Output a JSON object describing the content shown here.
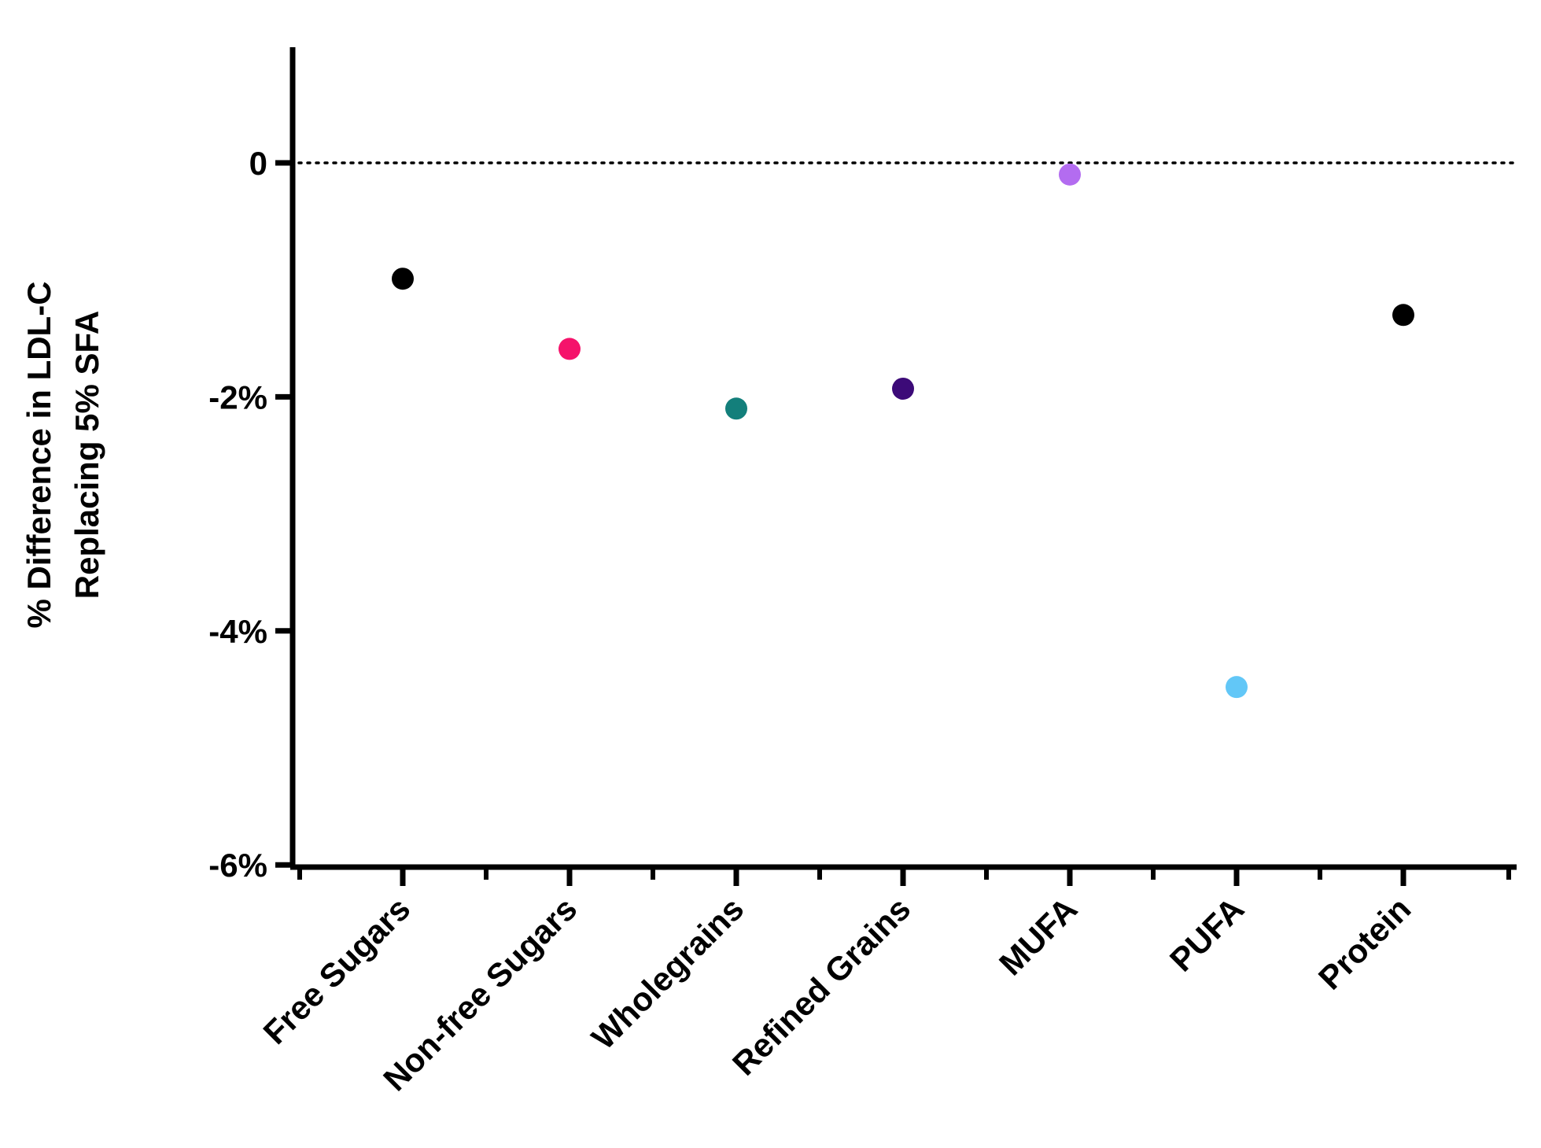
{
  "chart_data": {
    "type": "scatter",
    "categories": [
      "Free Sugars",
      "Non-free Sugars",
      "Wholegrains",
      "Refined Grains",
      "MUFA",
      "PUFA",
      "Protein"
    ],
    "values": [
      -0.99,
      -1.59,
      -2.1,
      -1.93,
      -0.1,
      -4.48,
      -1.3
    ],
    "point_colors": [
      "#000000",
      "#f5136b",
      "#137f7b",
      "#3c0a78",
      "#b36cf0",
      "#62c7f7",
      "#000000"
    ],
    "ylabel_lines": [
      "% Difference in LDL-C",
      "Replacing 5% SFA"
    ],
    "ylim": [
      -6,
      1
    ],
    "yticks": [
      0,
      -2,
      -4,
      -6
    ],
    "ytick_labels": [
      "0",
      "-2%",
      "-4%",
      "-6%"
    ],
    "reference_line": {
      "y": 0,
      "style": "dotted"
    },
    "grid": false,
    "legend": "none"
  }
}
